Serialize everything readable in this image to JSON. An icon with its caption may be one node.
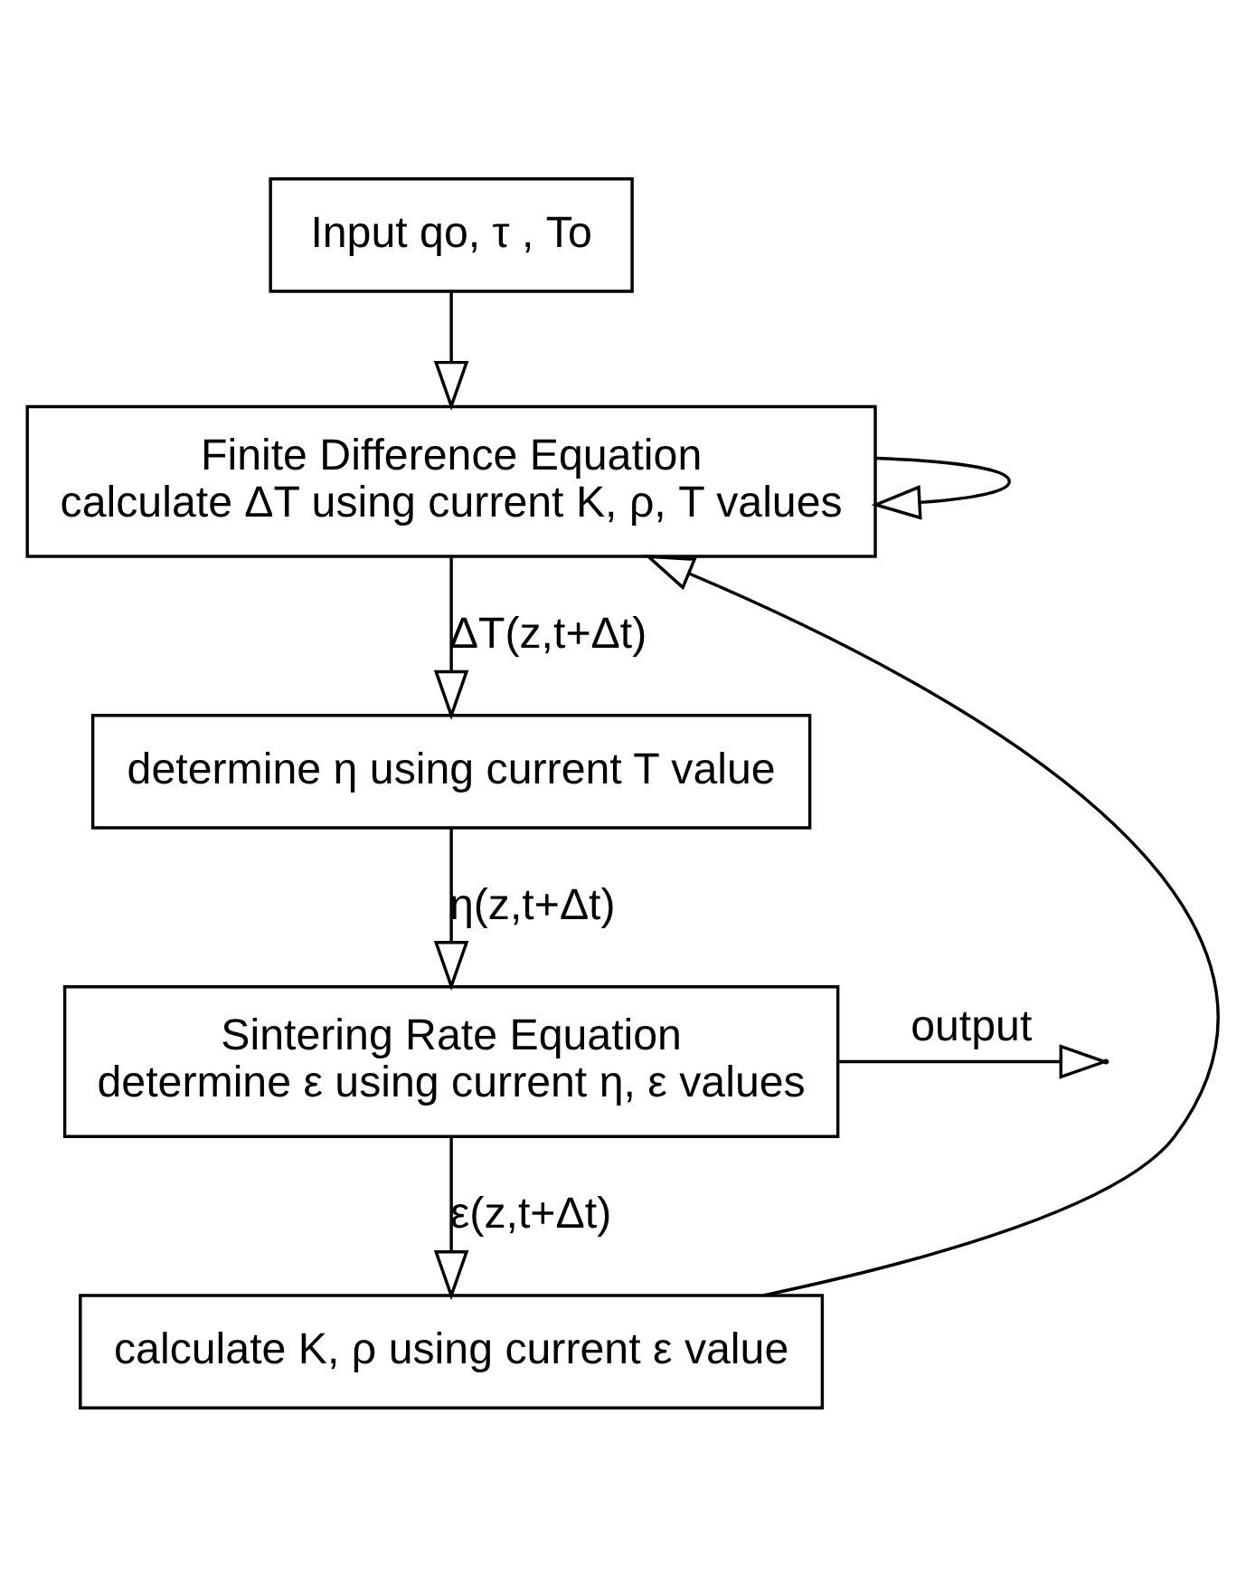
{
  "diagram": {
    "nodes": [
      {
        "text": [
          "Input qo, τ , To"
        ]
      },
      {
        "text": [
          "Finite Difference Equation",
          "calculate ΔT using current K, ρ, T values"
        ]
      },
      {
        "text": [
          "determine η using current T value"
        ]
      },
      {
        "text": [
          "Sintering Rate Equation",
          "determine ε using current η, ε values"
        ]
      },
      {
        "text": [
          "calculate K, ρ using current ε value"
        ]
      }
    ],
    "edges": [
      {
        "from": 0,
        "to": 1,
        "arrow": "to"
      },
      {
        "from": 1,
        "to": 1,
        "arrow": "to"
      },
      {
        "from": 1,
        "to": 2,
        "arrow": "to",
        "label": "ΔT(z,t+Δt)"
      },
      {
        "from": 2,
        "to": 3,
        "arrow": "to",
        "label": "η(z,t+Δt)"
      },
      {
        "from": 3,
        "to": 4,
        "arrow": "to",
        "label": "ε(z,t+Δt)"
      },
      {
        "from": 3,
        "to": null,
        "arrow": "to",
        "label": "output"
      },
      {
        "from": 4,
        "to": 1,
        "arrow": "to"
      }
    ]
  }
}
